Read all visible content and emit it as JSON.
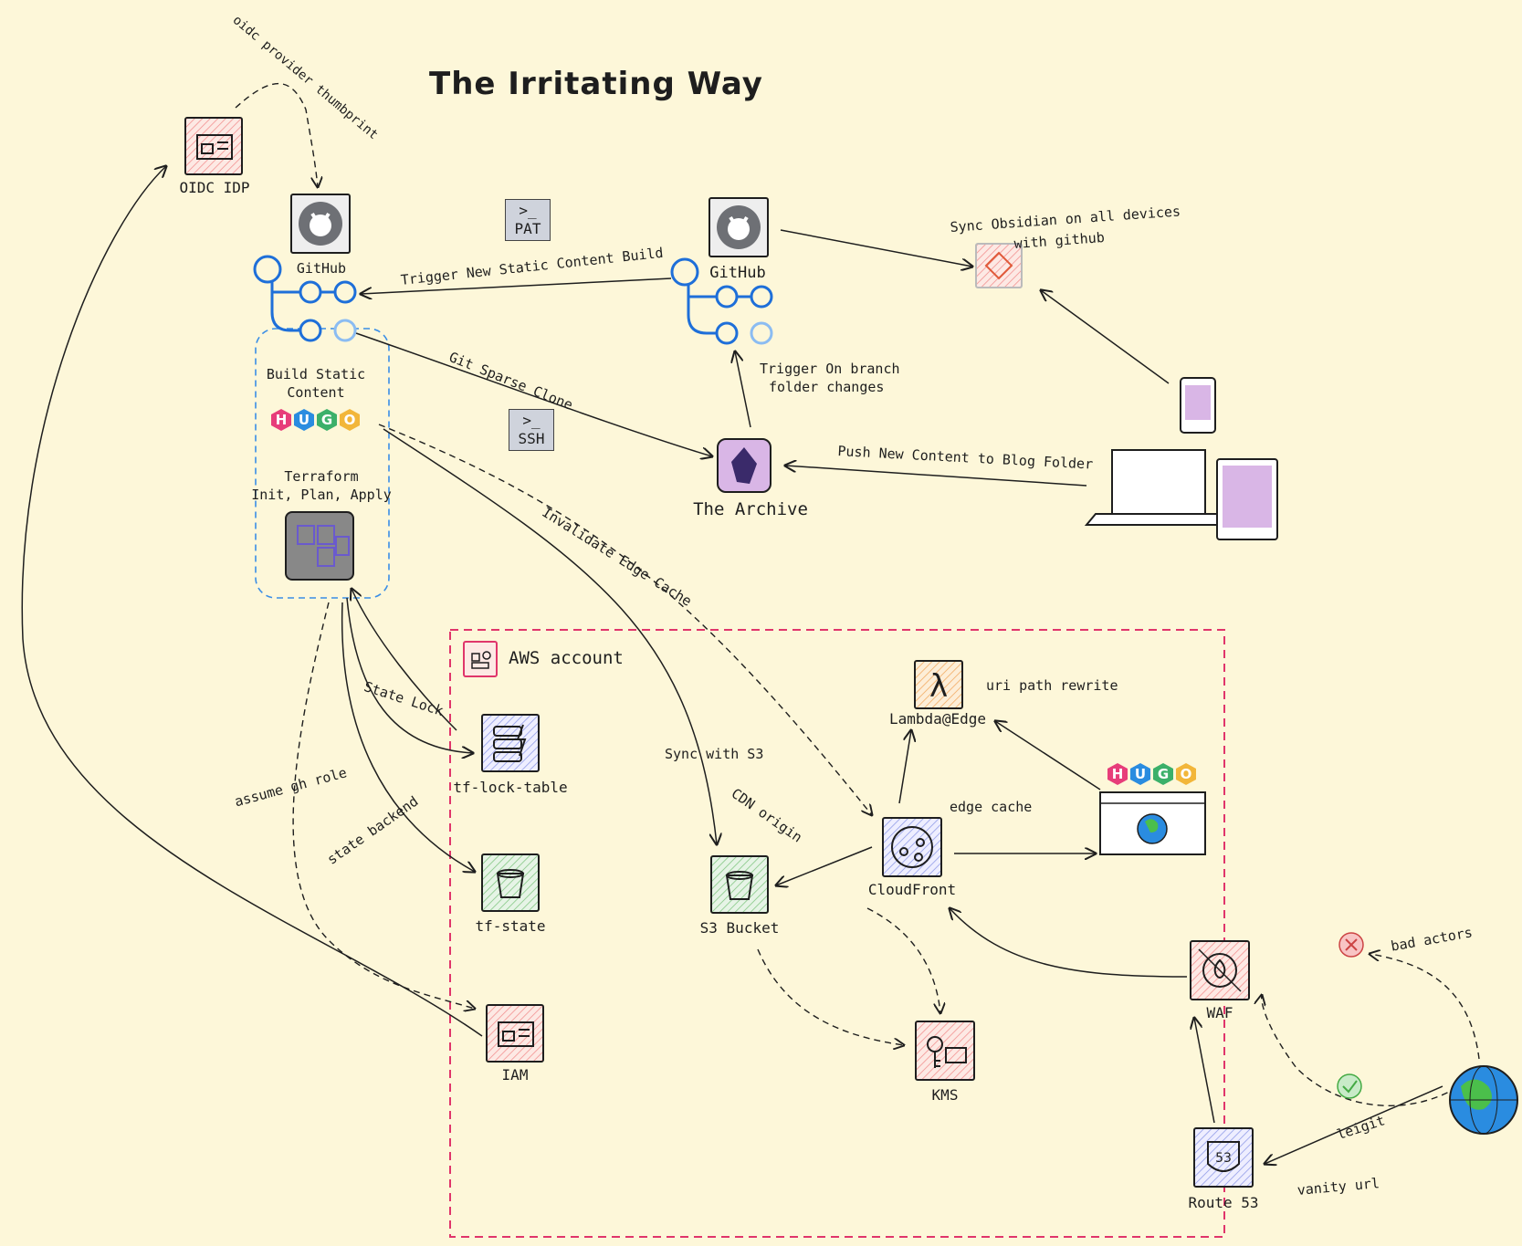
{
  "title": "The Irritating Way",
  "aws_account_label": "AWS account",
  "nodes": {
    "oidc_idp": "OIDC IDP",
    "github_left": "GitHub",
    "github_right": "GitHub",
    "build_static": "Build Static\nContent",
    "terraform": "Terraform\nInit, Plan, Apply",
    "the_archive": "The Archive",
    "tf_lock_table": "tf-lock-table",
    "tf_state": "tf-state",
    "iam": "IAM",
    "s3_bucket": "S3 Bucket",
    "cloudfront": "CloudFront",
    "lambda_edge": "Lambda@Edge",
    "kms": "KMS",
    "waf": "WAF",
    "route53": "Route 53"
  },
  "badges": {
    "pat": ">_\nPAT",
    "ssh": ">_\nSSH"
  },
  "hugo_letters": [
    "H",
    "U",
    "G",
    "O"
  ],
  "edge_labels": {
    "oidc_thumbprint": "oidc provider thumbprint",
    "trigger_build": "Trigger New Static Content Build",
    "sync_obsidian": "Sync Obsidian on all devices",
    "sync_obsidian_2": "with github",
    "git_sparse": "Git Sparse Clone",
    "trigger_branch": "Trigger On branch",
    "trigger_branch_2": "folder changes",
    "push_content": "Push New Content to Blog Folder",
    "invalidate": "Invalidate Edge Cache",
    "state_lock": "State Lock",
    "assume_role": "assume gh role",
    "state_backend": "state backend",
    "sync_s3": "Sync with S3",
    "cdn_origin": "CDN origin",
    "uri_rewrite": "uri path rewrite",
    "edge_cache": "edge cache",
    "bad_actors": "bad actors",
    "legit": "leigit",
    "vanity_url": "vanity url"
  },
  "colors": {
    "background": "#fdf7d9",
    "aws_border": "#e0356b",
    "github_actions": "#1e6fd9",
    "build_group": "#3a8ee6",
    "hatch_red": "#f28a8a",
    "hatch_green": "#7cc47c",
    "hatch_blue": "#8a96e6",
    "hatch_orange": "#f2a65a",
    "obsidian_purple": "#d9b6e6"
  }
}
